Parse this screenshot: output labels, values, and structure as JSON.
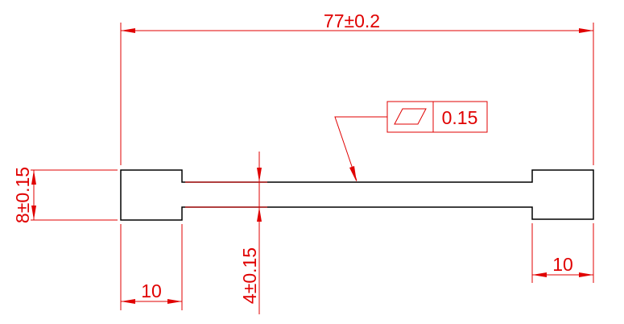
{
  "dimensions": {
    "overall_length": "77±0.2",
    "grip_width": "8±0.15",
    "neck_width": "4±0.15",
    "left_grip_length": "10",
    "right_grip_length": "10"
  },
  "feature_control_frame": {
    "symbol": "flatness-icon",
    "tolerance": "0.15"
  },
  "colors": {
    "dimension": "#e00000",
    "part_outline": "#000000",
    "background": "#ffffff"
  }
}
